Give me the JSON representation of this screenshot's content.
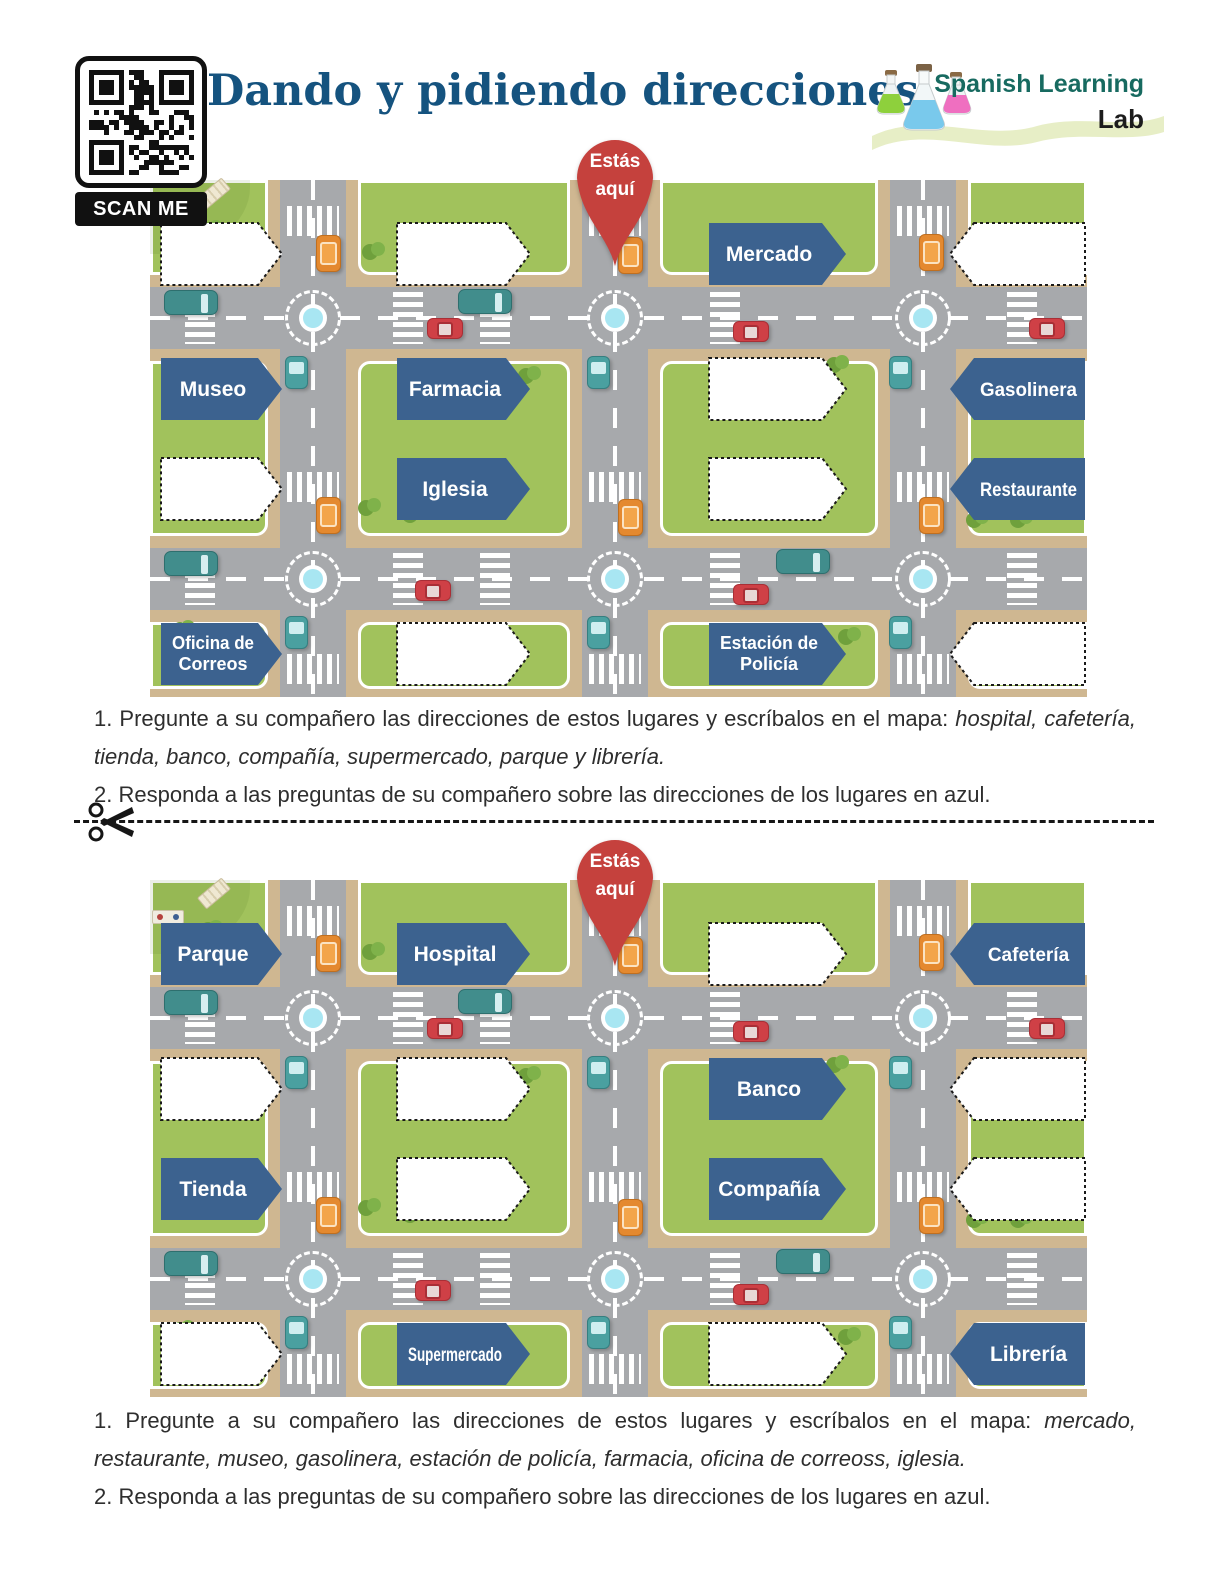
{
  "header": {
    "qr_label": "SCAN ME",
    "title": "Dando y pidiendo direcciones",
    "brand_line1": "Spanish Learning",
    "brand_line2": "Lab"
  },
  "colors": {
    "title_blue": "#15537F",
    "sign_blue": "#3C628F",
    "grass": "#A1C25C",
    "sidewalk": "#CFB791",
    "road": "#A7A9AC",
    "pin_red": "#C5413D",
    "roundabout_center": "#A8E6F2",
    "brand_teal": "#176A60"
  },
  "pin": {
    "line1": "Estás",
    "line2": "aquí"
  },
  "maps": [
    {
      "name": "map-1",
      "signs": [
        {
          "row": "r1",
          "col": 0,
          "type": "blank",
          "dir": "right",
          "label": ""
        },
        {
          "row": "r1",
          "col": 1,
          "type": "blank",
          "dir": "right",
          "label": ""
        },
        {
          "row": "r1",
          "col": 2,
          "type": "place",
          "dir": "right",
          "label": "Mercado"
        },
        {
          "row": "r1",
          "col": 3,
          "type": "blank",
          "dir": "left",
          "label": ""
        },
        {
          "row": "r2a",
          "col": 0,
          "type": "place",
          "dir": "right",
          "label": "Museo"
        },
        {
          "row": "r2a",
          "col": 1,
          "type": "place",
          "dir": "right",
          "label": "Farmacia"
        },
        {
          "row": "r2a",
          "col": 2,
          "type": "blank",
          "dir": "right",
          "label": ""
        },
        {
          "row": "r2a",
          "col": 3,
          "type": "place",
          "dir": "left",
          "label": "Gasolinera"
        },
        {
          "row": "r2b",
          "col": 0,
          "type": "blank",
          "dir": "right",
          "label": ""
        },
        {
          "row": "r2b",
          "col": 1,
          "type": "place",
          "dir": "right",
          "label": "Iglesia"
        },
        {
          "row": "r2b",
          "col": 2,
          "type": "blank",
          "dir": "right",
          "label": ""
        },
        {
          "row": "r2b",
          "col": 3,
          "type": "place",
          "dir": "left",
          "label": "Restaurante"
        },
        {
          "row": "r3",
          "col": 0,
          "type": "place",
          "dir": "right",
          "label": "Oficina de\nCorreos"
        },
        {
          "row": "r3",
          "col": 1,
          "type": "blank",
          "dir": "right",
          "label": ""
        },
        {
          "row": "r3",
          "col": 2,
          "type": "place",
          "dir": "right",
          "label": "Estación de\nPolicía"
        },
        {
          "row": "r3",
          "col": 3,
          "type": "blank",
          "dir": "left",
          "label": ""
        }
      ]
    },
    {
      "name": "map-2",
      "signs": [
        {
          "row": "r1",
          "col": 0,
          "type": "place",
          "dir": "right",
          "label": "Parque"
        },
        {
          "row": "r1",
          "col": 1,
          "type": "place",
          "dir": "right",
          "label": "Hospital"
        },
        {
          "row": "r1",
          "col": 2,
          "type": "blank",
          "dir": "right",
          "label": ""
        },
        {
          "row": "r1",
          "col": 3,
          "type": "place",
          "dir": "left",
          "label": "Cafetería"
        },
        {
          "row": "r2a",
          "col": 0,
          "type": "blank",
          "dir": "right",
          "label": ""
        },
        {
          "row": "r2a",
          "col": 1,
          "type": "blank",
          "dir": "right",
          "label": ""
        },
        {
          "row": "r2a",
          "col": 2,
          "type": "place",
          "dir": "right",
          "label": "Banco"
        },
        {
          "row": "r2a",
          "col": 3,
          "type": "blank",
          "dir": "left",
          "label": ""
        },
        {
          "row": "r2b",
          "col": 0,
          "type": "place",
          "dir": "right",
          "label": "Tienda"
        },
        {
          "row": "r2b",
          "col": 1,
          "type": "blank",
          "dir": "right",
          "label": ""
        },
        {
          "row": "r2b",
          "col": 2,
          "type": "place",
          "dir": "right",
          "label": "Compañía"
        },
        {
          "row": "r2b",
          "col": 3,
          "type": "blank",
          "dir": "left",
          "label": ""
        },
        {
          "row": "r3",
          "col": 0,
          "type": "blank",
          "dir": "right",
          "label": ""
        },
        {
          "row": "r3",
          "col": 1,
          "type": "place",
          "dir": "right",
          "label": "Supermercado"
        },
        {
          "row": "r3",
          "col": 2,
          "type": "blank",
          "dir": "right",
          "label": ""
        },
        {
          "row": "r3",
          "col": 3,
          "type": "place",
          "dir": "left",
          "label": "Librería"
        }
      ]
    }
  ],
  "sections": [
    {
      "item1_number": "1.",
      "item1_text": "Pregunte a su compañero las direcciones de estos lugares y escríbalos en el mapa:",
      "item1_places": "hospital, cafetería, tienda, banco, compañía, supermercado, parque y librería.",
      "item2_number": "2.",
      "item2_text": "Responda a las preguntas de su compañero sobre las direcciones de los lugares en azul."
    },
    {
      "item1_number": "1.",
      "item1_text": "Pregunte a su compañero las direcciones de estos lugares y escríbalos en el mapa:",
      "item1_places": "mercado, restaurante, museo, gasolinera, estación de policía, farmacia, oficina de correoss, iglesia.",
      "item2_number": "2.",
      "item2_text": "Responda a las preguntas de su compañero sobre las direcciones de los lugares en azul."
    }
  ]
}
